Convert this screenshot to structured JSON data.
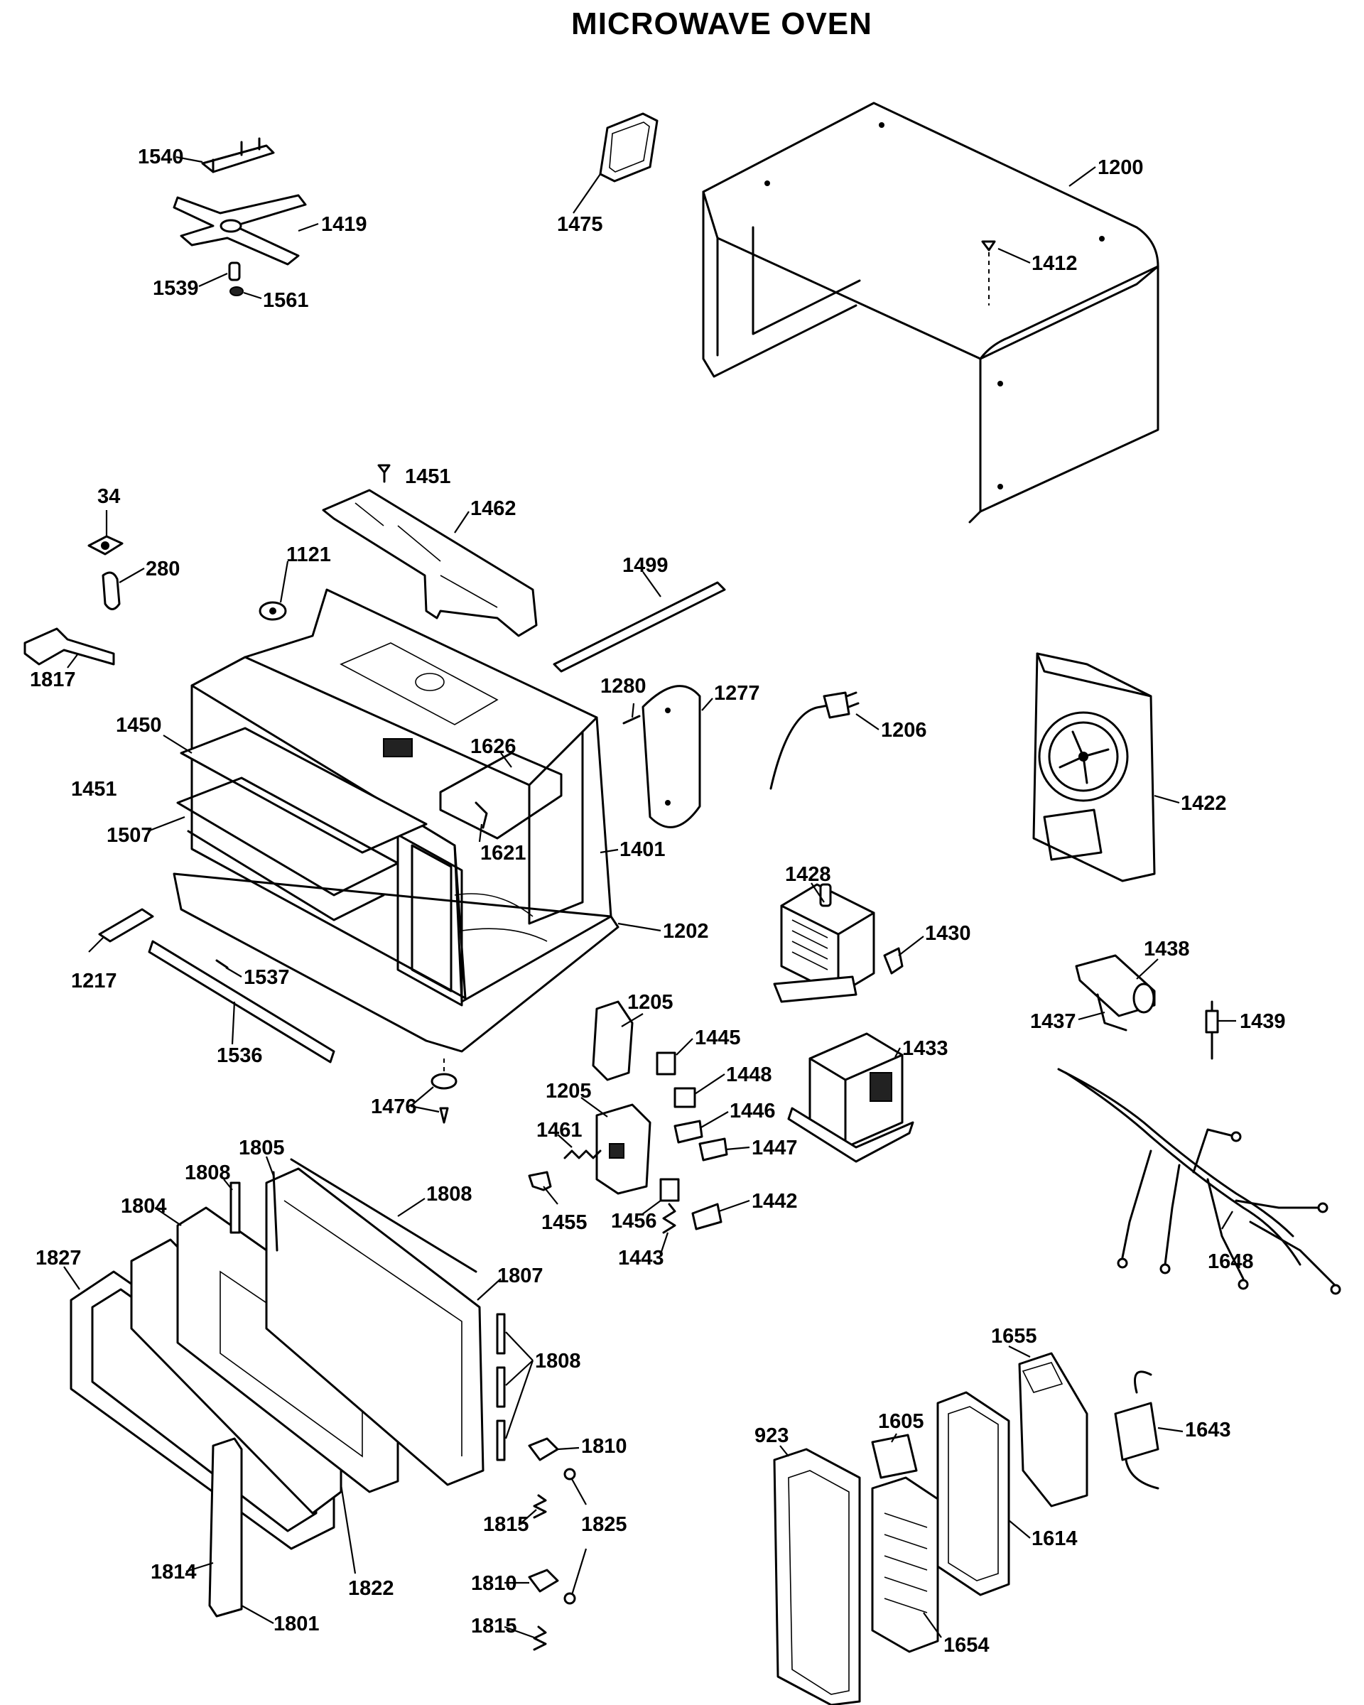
{
  "title": "MICROWAVE OVEN",
  "part_labels": {
    "1200": "1200",
    "1412": "1412",
    "1475": "1475",
    "1540": "1540",
    "1419": "1419",
    "1539": "1539",
    "1561": "1561",
    "34": "34",
    "280": "280",
    "1817": "1817",
    "1451_top": "1451",
    "1462": "1462",
    "1121": "1121",
    "1499": "1499",
    "1280": "1280",
    "1277": "1277",
    "1206": "1206",
    "1422": "1422",
    "1450": "1450",
    "1626": "1626",
    "1451_side": "1451",
    "1507": "1507",
    "1621": "1621",
    "1401": "1401",
    "1428": "1428",
    "1430": "1430",
    "1202": "1202",
    "1217": "1217",
    "1537": "1537",
    "1536": "1536",
    "1438": "1438",
    "1437": "1437",
    "1439": "1439",
    "1205_a": "1205",
    "1445": "1445",
    "1433": "1433",
    "1448": "1448",
    "1205_b": "1205",
    "1446": "1446",
    "1476": "1476",
    "1461": "1461",
    "1447": "1447",
    "1455": "1455",
    "1456": "1456",
    "1442": "1442",
    "1443": "1443",
    "1648": "1648",
    "1805": "1805",
    "1808_a": "1808",
    "1808_b": "1808",
    "1804": "1804",
    "1827": "1827",
    "1807": "1807",
    "1808_c": "1808",
    "1810_a": "1810",
    "1815_a": "1815",
    "1825": "1825",
    "1810_b": "1810",
    "1815_b": "1815",
    "1814": "1814",
    "1822": "1822",
    "1801": "1801",
    "1655": "1655",
    "1643": "1643",
    "1605": "1605",
    "923": "923",
    "1614": "1614",
    "1654": "1654"
  }
}
